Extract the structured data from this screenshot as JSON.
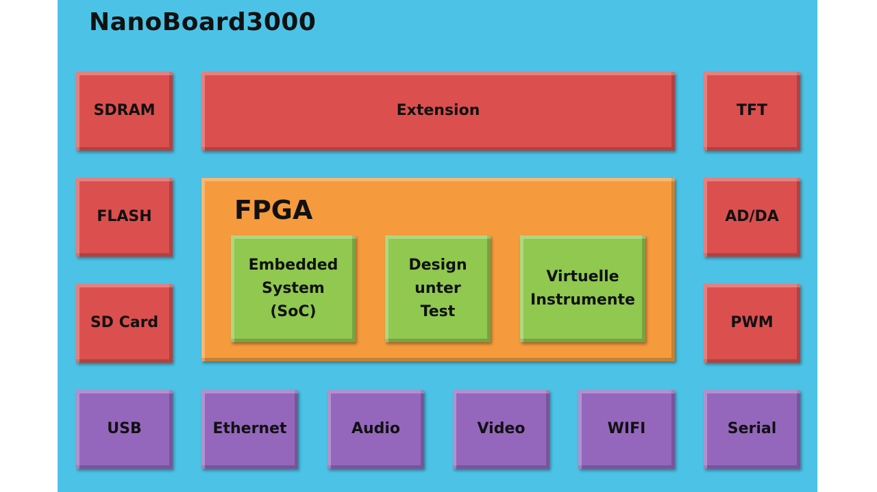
{
  "title": "NanoBoard3000",
  "top": {
    "left": "SDRAM",
    "center": "Extension",
    "right": "TFT"
  },
  "left": [
    "FLASH",
    "SD Card"
  ],
  "right": [
    "AD/DA",
    "PWM"
  ],
  "fpga": {
    "label": "FPGA",
    "blocks": [
      [
        "Embedded",
        "System",
        "(SoC)"
      ],
      [
        "Design",
        "unter",
        "Test"
      ],
      [
        "Virtuelle",
        "Instrumente"
      ]
    ]
  },
  "bottom": [
    "USB",
    "Ethernet",
    "Audio",
    "Video",
    "WIFI",
    "Serial"
  ],
  "colors": {
    "background": "#4cc3e6",
    "peripheral": "#dc4f4f",
    "fpga": "#f59b3e",
    "fpga_block": "#90c850",
    "interface": "#9467bd"
  }
}
